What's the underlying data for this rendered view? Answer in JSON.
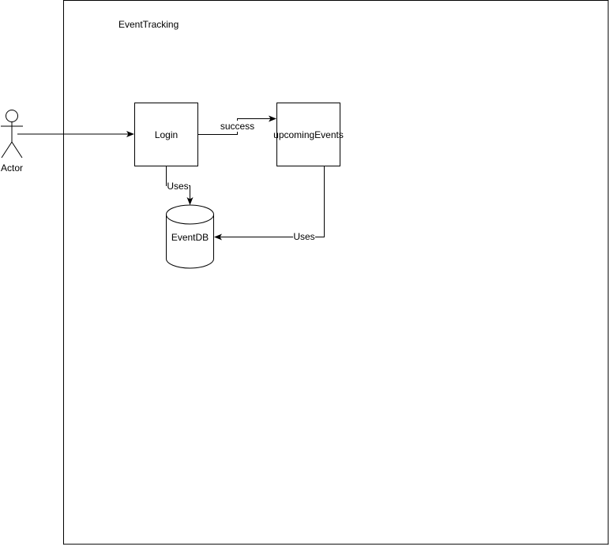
{
  "system": {
    "title": "EventTracking"
  },
  "actor": {
    "label": "Actor"
  },
  "nodes": {
    "login": {
      "label": "Login"
    },
    "upcoming_events": {
      "label": "upcomingEvents"
    },
    "event_db": {
      "label": "EventDB"
    }
  },
  "edges": {
    "actor_to_login": {
      "label": ""
    },
    "login_to_upcoming": {
      "label": "success"
    },
    "login_to_db": {
      "label": "Uses"
    },
    "upcoming_to_db": {
      "label": "Uses"
    }
  },
  "colors": {
    "stroke": "#000000",
    "fill": "#ffffff",
    "text": "#000000"
  }
}
